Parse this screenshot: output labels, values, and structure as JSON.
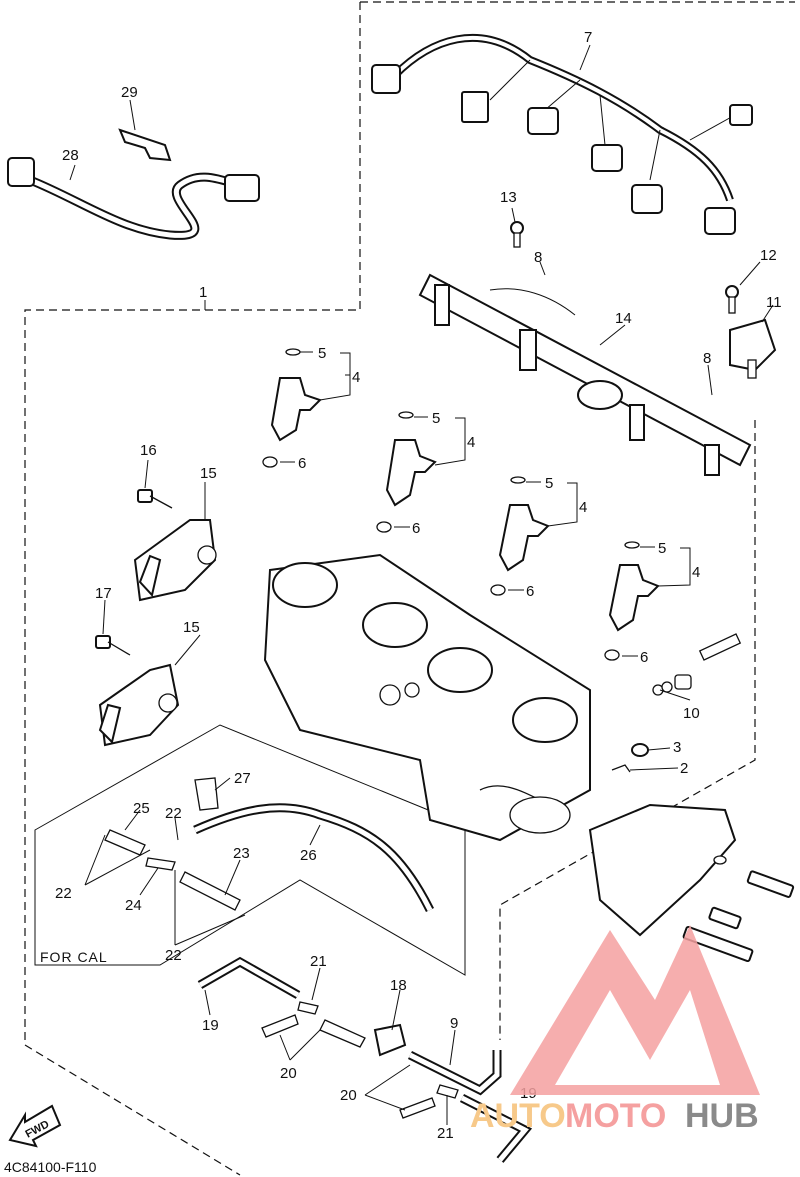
{
  "diagram": {
    "code": "4C84100-F110",
    "fwd_label": "FWD",
    "for_cal_label": "FOR CAL",
    "callouts": [
      {
        "id": "c1",
        "text": "1"
      },
      {
        "id": "c2",
        "text": "2"
      },
      {
        "id": "c3",
        "text": "3"
      },
      {
        "id": "c4a",
        "text": "4"
      },
      {
        "id": "c4b",
        "text": "4"
      },
      {
        "id": "c4c",
        "text": "4"
      },
      {
        "id": "c4d",
        "text": "4"
      },
      {
        "id": "c5a",
        "text": "5"
      },
      {
        "id": "c5b",
        "text": "5"
      },
      {
        "id": "c5c",
        "text": "5"
      },
      {
        "id": "c5d",
        "text": "5"
      },
      {
        "id": "c6a",
        "text": "6"
      },
      {
        "id": "c6b",
        "text": "6"
      },
      {
        "id": "c6c",
        "text": "6"
      },
      {
        "id": "c6d",
        "text": "6"
      },
      {
        "id": "c7",
        "text": "7"
      },
      {
        "id": "c8a",
        "text": "8"
      },
      {
        "id": "c8b",
        "text": "8"
      },
      {
        "id": "c9",
        "text": "9"
      },
      {
        "id": "c10",
        "text": "10"
      },
      {
        "id": "c11",
        "text": "11"
      },
      {
        "id": "c12",
        "text": "12"
      },
      {
        "id": "c13",
        "text": "13"
      },
      {
        "id": "c14",
        "text": "14"
      },
      {
        "id": "c15a",
        "text": "15"
      },
      {
        "id": "c15b",
        "text": "15"
      },
      {
        "id": "c16",
        "text": "16"
      },
      {
        "id": "c17",
        "text": "17"
      },
      {
        "id": "c18",
        "text": "18"
      },
      {
        "id": "c19a",
        "text": "19"
      },
      {
        "id": "c19b",
        "text": "19"
      },
      {
        "id": "c20a",
        "text": "20"
      },
      {
        "id": "c20b",
        "text": "20"
      },
      {
        "id": "c21a",
        "text": "21"
      },
      {
        "id": "c21b",
        "text": "21"
      },
      {
        "id": "c22a",
        "text": "22"
      },
      {
        "id": "c22b",
        "text": "22"
      },
      {
        "id": "c22c",
        "text": "22"
      },
      {
        "id": "c23",
        "text": "23"
      },
      {
        "id": "c24",
        "text": "24"
      },
      {
        "id": "c25",
        "text": "25"
      },
      {
        "id": "c26",
        "text": "26"
      },
      {
        "id": "c27",
        "text": "27"
      },
      {
        "id": "c28",
        "text": "28"
      },
      {
        "id": "c29",
        "text": "29"
      }
    ]
  },
  "watermark": {
    "part1": "AUTO",
    "part2": "MOTO",
    "part3": "HUB",
    "color_primary": "#f5a0a0",
    "color_secondary": "#f7c98a",
    "color_dark": "#8a8a8a"
  }
}
